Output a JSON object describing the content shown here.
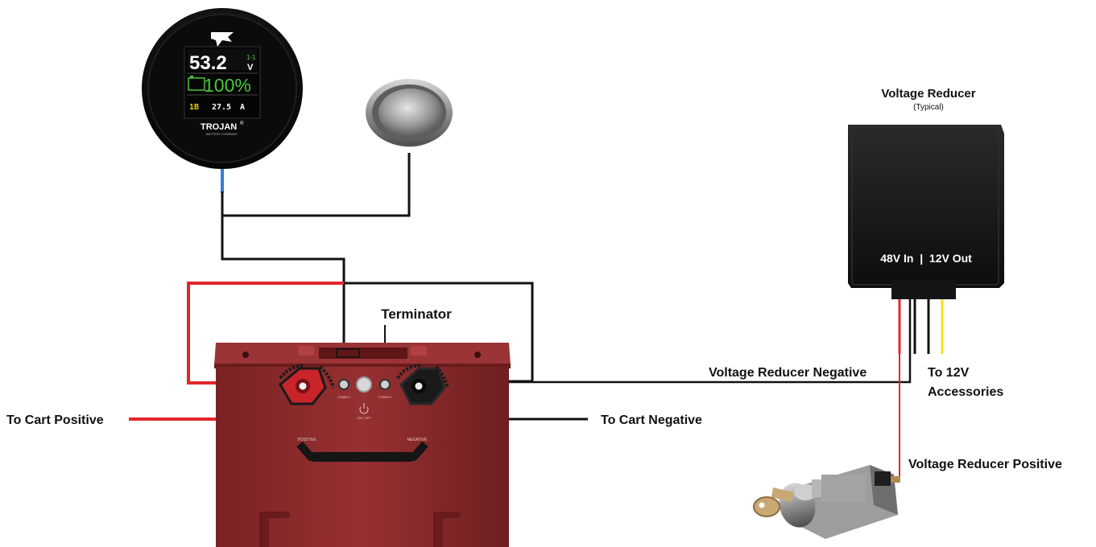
{
  "meter": {
    "voltage_value": "53.2",
    "voltage_unit": "V",
    "voltage_tag": "1-1",
    "soc_value": "100%",
    "battery_id": "1B",
    "current_value": "27.5",
    "current_unit": "A",
    "brand": "TROJAN",
    "brand_reg": "®",
    "brand_sub": "BATTERY COMPANY"
  },
  "reducer": {
    "title": "Voltage Reducer",
    "subtitle": "(Typical)",
    "io_label": "48V In  |  12V Out"
  },
  "labels": {
    "terminator": "Terminator",
    "cart_positive": "To Cart Positive",
    "cart_negative": "To Cart Negative",
    "reducer_negative": "Voltage Reducer Negative",
    "accessories_line1": "To 12V",
    "accessories_line2": "Accessories",
    "reducer_positive": "Voltage Reducer Positive"
  },
  "battery": {
    "comm1": "COMM 1",
    "comm2": "COMM 2",
    "onoff": "ON / OFF",
    "positive": "POSITIVE",
    "negative": "NEGATIVE"
  },
  "colors": {
    "wire_red": "#e3262b",
    "wire_black": "#111111",
    "wire_blue": "#2f7fd4",
    "wire_yellow": "#f2e21a",
    "battery_body": "#8b2a2b",
    "reducer_body": "#1a1a1a",
    "soc_green": "#49c83a",
    "id_yellow": "#e8d400"
  }
}
